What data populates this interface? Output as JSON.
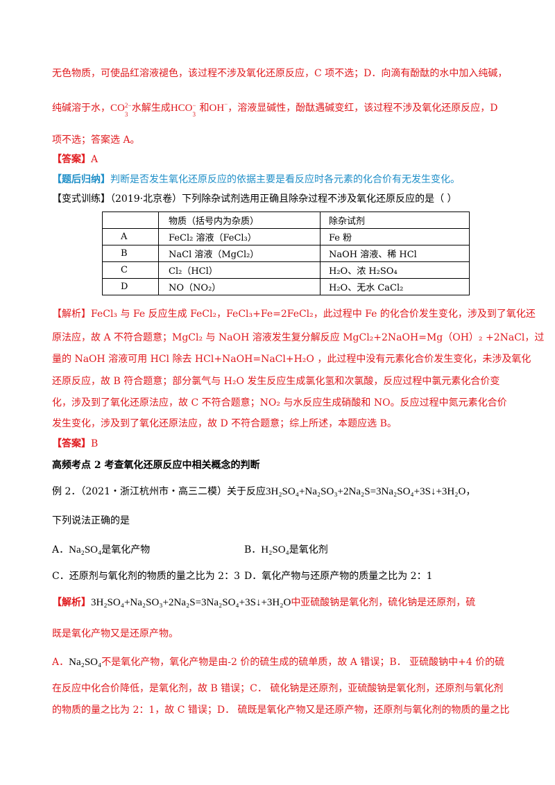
{
  "para1": {
    "l1": "无色物质，可使品红溶液褪色，该过程不涉及氧化还原反应，C 项不选；D．向滴有酚酞的水中加入纯碱，",
    "l2a": "纯碱溶于水，",
    "co3": "CO",
    "co3_sub": "3",
    "co3_sup": "2−",
    "l2b": "水解生成",
    "hco3": "HCO",
    "hco3_sub": "3",
    "hco3_sup": "−",
    "l2c": "和",
    "oh": "OH",
    "oh_sup": "−",
    "l2d": "，溶液显碱性，酚酞遇碱变红，该过程不涉及氧化还原反应，D",
    "l3": "项不选；答案选 A。"
  },
  "answer1": {
    "tag": "【答案】",
    "value": "A"
  },
  "summary": {
    "tag": "【题后归纳】",
    "text": "判断是否发生氧化还原反应的依据主要是看反应时各元素的化合价有无发生变化。"
  },
  "variant": {
    "text": "【变式训练】（2019·北京卷）下列除杂试剂选用正确且除杂过程不涉及氧化还原反应的是（    ）"
  },
  "table": {
    "header": [
      "",
      "物质（括号内为杂质）",
      "除杂试剂"
    ],
    "rows": [
      {
        "opt": "A",
        "substance": "FeCl₂ 溶液（FeCl₃）",
        "reagent": "Fe 粉"
      },
      {
        "opt": "B",
        "substance": "NaCl 溶液（MgCl₂）",
        "reagent": "NaOH 溶液、稀 HCl"
      },
      {
        "opt": "C",
        "substance": "Cl₂（HCl）",
        "reagent": "H₂O、浓 H₂SO₄"
      },
      {
        "opt": "D",
        "substance": "NO（NO₂）",
        "reagent": "H₂O、无水 CaCl₂"
      }
    ]
  },
  "analysis1": {
    "l1": "【解析】FeCl₃ 与 Fe 反应生成 FeCl₂，FeCl₃+Fe=2FeCl₂，此过程中 Fe 的化合价发生变化，涉及到了氧化还",
    "l2": "原法应，故 A 不符合题意；MgCl₂ 与 NaOH 溶液发生复分解反应 MgCl₂+2NaOH=Mg（OH）₂ +2NaCl，过",
    "l3": "量的 NaOH 溶液可用 HCl 除去 HCl+NaOH=NaCl+H₂O ，此过程中没有元素化合价发生变化，未涉及氧化",
    "l4": "还原反应，故 B 符合题意；部分氯气与 H₂O 发生反应生成氯化氢和次氯酸，反应过程中氯元素化合价变",
    "l5": "化，涉及到了氧化还原法应，故 C 不符合题意；NO₂ 与水反应生成硝酸和 NO。反应过程中氮元素化合价",
    "l6": "发生变化，涉及到了氧化还原法应，故 D 不符合题意；综上所述，本题应选 B。"
  },
  "answer2": {
    "tag": "【答案】",
    "value": "B"
  },
  "heading": "高频考点 2    考查氧化还原反应中相关概念的判断",
  "example": {
    "prefix": "例 2．（2021・浙江杭州市・高三二模）关于反应",
    "equation": "3H₂SO₄+Na₂SO₃+2Na₂S=3Na₂SO₄+3S↓+3H₂O",
    "suffix": "，",
    "question": "下列说法正确的是",
    "optA_label": "A．",
    "optA_formula": "Na₂SO₄",
    "optA_text": "是氧化产物",
    "optB_label": "B．",
    "optB_formula": "H₂SO₄",
    "optB_text": "是氧化剂",
    "optC": "C．还原剂与氧化剂的物质的量之比为 2：3",
    "optD": "D．氧化产物与还原产物的质量之比为 2：1"
  },
  "analysis2": {
    "tag": "【解析】",
    "equation": "3H₂SO₄+Na₂SO₃+2Na₂S=3Na₂SO₄+3S↓+3H₂O",
    "l1": "中亚硫酸钠是氧化剂，硫化钠是还原剂，硫",
    "l2": "既是氧化产物又是还原产物。",
    "l3a": "A．",
    "l3f": "Na₂SO₄",
    "l3b": "不是氧化产物，氧化产物是由-2 价的硫生成的硫单质，故 A 错误；B．  亚硫酸钠中+4 价的硫",
    "l4": "在反应中化合价降低，是氧化剂，故 B 错误；C．  硫化钠是还原剂，亚硫酸钠是氧化剂，还原剂与氧化剂",
    "l5": "的物质的量之比为 2：1，故 C 错误；D．  硫既是氧化产物又是还原产物，还原剂与氧化剂的物质的量之比"
  },
  "colors": {
    "red": "#e0191d",
    "blue": "#1f8fc8",
    "black": "#000000"
  }
}
